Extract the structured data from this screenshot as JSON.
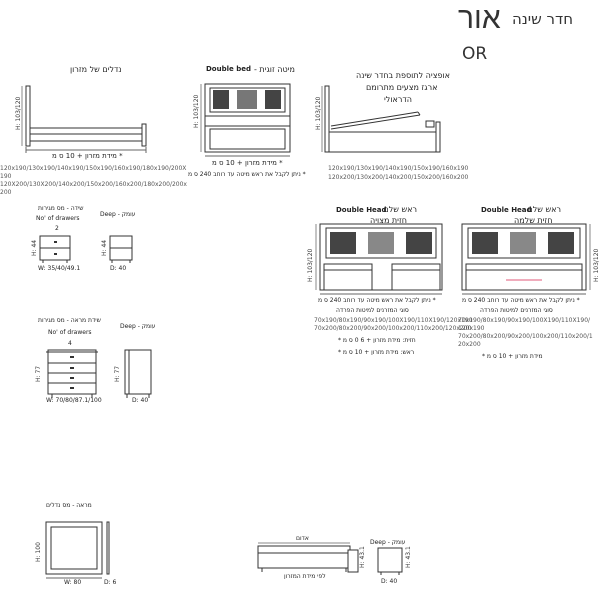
{
  "header": {
    "brand_he": "אור",
    "subtitle_he": "חדר שינה",
    "brand_latin": "OR"
  },
  "products": {
    "mattress_bed": {
      "title_he": "נדלים של מזרון",
      "dims_line": "120x190/130x190/140x190/150x190/160x190/180x190/200X",
      "dims_line2": "190",
      "dims_line3": "120X200/130X200/140x200/150x200/160x200/180x200/200x",
      "dims_line4": "200",
      "width_note": "* מידת מזרון + 10 ס מ",
      "height_label": "H: 103/120",
      "height_bold": "103"
    },
    "double_bed": {
      "title_en": "Double bed",
      "title_he": "מיטה זוגית -",
      "width_note": "* מידת מזרון + 10 ס מ",
      "note2": "* ניתן לקבל את ראש מיטה עד רוחב 240 ס מ",
      "height_label": "H: 103/120"
    },
    "hydraulic": {
      "title_he_1": "אופציה לתוספת בחדר שינה",
      "title_he_2": "ארגז מצעים מתרומם",
      "title_he_3": "הדראולי",
      "height_label": "H: 103/120",
      "dims_line1": "120x190/130x190/140x190/150x190/160x190",
      "dims_line2": "120x200/130x200/140x200/150x200/160x200"
    },
    "nightstand": {
      "title_he": "שידה - מס מגירות",
      "drawers_en": "No' of drawers",
      "drawers_count": "2",
      "depth_label": "Deep - עומק",
      "height": "H: 44",
      "width": "W: 35/40/49.1",
      "depth": "D: 40"
    },
    "dresser": {
      "title_he": "שידת מראה - מס מגירות",
      "drawers_en": "No' of drawers",
      "drawers_count": "4",
      "depth_label": "Deep - עומק",
      "height": "H: 77",
      "width": "W: 70/80/87.1/100",
      "depth": "D: 40"
    },
    "double_head_half": {
      "title_en": "Double Head",
      "title_he_1": "ראש שלם -",
      "title_he_2": "חזית מצויה",
      "note": "* ניתן לקבל את ראש מיטה עד רוחב 240 ס מ",
      "note2": "סוגי המזרנים למיטות הפרדה",
      "dims_line1": "70x190/80x190/90x190/100X190/110X190/120x190",
      "dims_line2": "70x200/80x200/90x200/100x200/110x200/120x200",
      "front_note": "חזית: מידת מזרון + 6 0 ס מ *",
      "head_note": "ראש: מידת מזרון + 10 ס מ *",
      "height_label": "H: 103/120"
    },
    "double_head_full": {
      "title_en": "Double Head",
      "title_he_1": "ראש שלם -",
      "title_he_2": "חזית שלמה",
      "note": "* ניתן לקבל את ראש מיטה עד רוחב 240 ס מ",
      "note2": "סוגי המזרנים למיטות הפרדה",
      "dims_line1": "70x190/80x190/90x190/100X190/110X190/",
      "dims_line2": "120x190",
      "dims_line3": "70x200/80x200/90x200/100x200/110x200/1",
      "dims_line4": "20x200",
      "width_note": "מידת מזרון + 10 ס מ *",
      "height_label": "H: 103/120"
    },
    "mirror": {
      "title_he": "מראה - מס נדלים",
      "height": "H: 100",
      "width": "W: 80",
      "depth": "D: 6"
    },
    "bench": {
      "title_he": "אדום",
      "width_note": "לפי מידת המזרון",
      "height": "H: 43.1"
    },
    "pouf": {
      "depth_label": "Deep - עומק",
      "height": "H: 43.1",
      "depth": "D: 40"
    }
  }
}
